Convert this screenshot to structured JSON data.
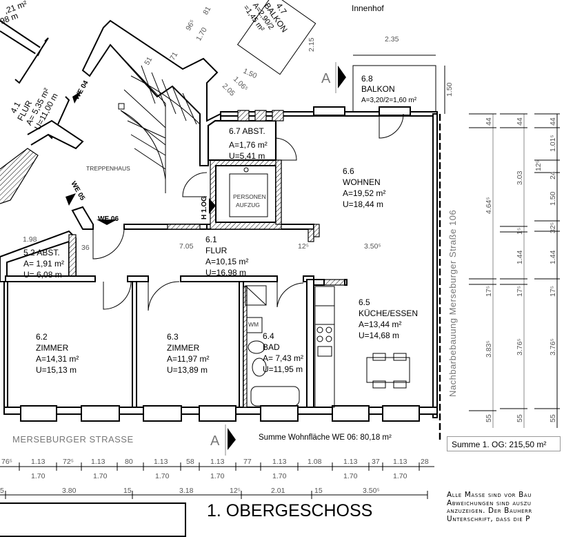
{
  "labels": {
    "innenhof": "Innenhof",
    "treppenhaus": "TREPPENHAUS",
    "aufzug_line1": "PERSONEN",
    "aufzug_line2": "AUFZUG",
    "street": "MERSEBURGER STRASSE",
    "neighbor": "Nachbarbebauung Merseburger Straße 106",
    "title": "1. OBERGESCHOSS",
    "summe_we06": "Summe Wohnfläche WE 06: 80,18 m²",
    "summe_og": "Summe 1. OG: 215,50 m²",
    "section_a": "A"
  },
  "tags": {
    "we04": "WE 04",
    "we05": "WE 05",
    "we06": "WE 06",
    "h1og": "H 1.OG"
  },
  "rooms": [
    {
      "number": "6.7",
      "name": "ABST.",
      "area": "A=1,76 m²",
      "perimeter": "U=5,41 m"
    },
    {
      "number": "6.6",
      "name": "WOHNEN",
      "area": "A=19,52 m²",
      "perimeter": "U=18,44 m"
    },
    {
      "number": "6.1",
      "name": "FLUR",
      "area": "A=10,15 m²",
      "perimeter": "U=16,98 m"
    },
    {
      "number": "5.2",
      "name": "ABST.",
      "area": "A= 1,91 m²",
      "perimeter": "U= 6,08 m"
    },
    {
      "number": "6.2",
      "name": "ZIMMER",
      "area": "A=14,31 m²",
      "perimeter": "U=15,13 m"
    },
    {
      "number": "6.3",
      "name": "ZIMMER",
      "area": "A=11,97 m²",
      "perimeter": "U=13,89 m"
    },
    {
      "number": "6.4",
      "name": "BAD",
      "area": "A= 7,43 m²",
      "perimeter": "U=11,95 m"
    },
    {
      "number": "6.5",
      "name": "KÜCHE/ESSEN",
      "area": "A=13,44 m²",
      "perimeter": "U=14,68 m"
    },
    {
      "number": "6.8",
      "name": "BALKON",
      "area": "A=3,20/2=1,60 m²"
    },
    {
      "number": "4.7",
      "name": "BALKON",
      "area": "A=2,90/2",
      "area2": "=1,45 m²"
    },
    {
      "number": "4.1",
      "name": "FLUR",
      "area": "A= 5,35 m²",
      "perimeter": "U=11,00 m"
    }
  ],
  "fragments": [
    ",21 m²",
    "98 m"
  ],
  "dimensions": {
    "bottom_row1": [
      "76⁵",
      "1.13",
      "72⁵",
      "1.13",
      "80",
      "1.13",
      "58",
      "1.13",
      "77",
      "1.13",
      "1.08",
      "1.13",
      "37",
      "1.13",
      "28"
    ],
    "bottom_row2": [
      "1.70",
      "1.70",
      "1.70",
      "1.70",
      "1.70",
      "1.70",
      "1.70"
    ],
    "bottom_row3": [
      "5",
      "3.80",
      "15",
      "3.18",
      "12⁵",
      "2.01",
      "15",
      "3.50⁵"
    ],
    "right_col1": [
      "44",
      "4.64⁵",
      "17⁵",
      "3.83⁵",
      "55"
    ],
    "right_col2": [
      "44",
      "3.03",
      "1⁵",
      "1.44",
      "17⁵",
      "3.76⁵",
      "55"
    ],
    "right_col3": [
      "44",
      "1.01⁵",
      "12⁵",
      "24",
      "1.50",
      "32⁵",
      "1.44",
      "17⁵",
      "3.76⁵",
      "55"
    ],
    "misc": [
      "2.35",
      "1.50",
      "1.98",
      "36",
      "7.05",
      "12⁵",
      "3.50⁵",
      "1.50",
      "1.06⁵",
      "2.05",
      "1.70",
      "96⁵",
      "71",
      "81",
      "2.15",
      "51"
    ]
  },
  "notes": [
    "Alle Masse sind vor Bau",
    "Abweichungen sind auszu",
    "anzuzeigen. Der Bauherr",
    "Unterschrift, dass die P"
  ]
}
